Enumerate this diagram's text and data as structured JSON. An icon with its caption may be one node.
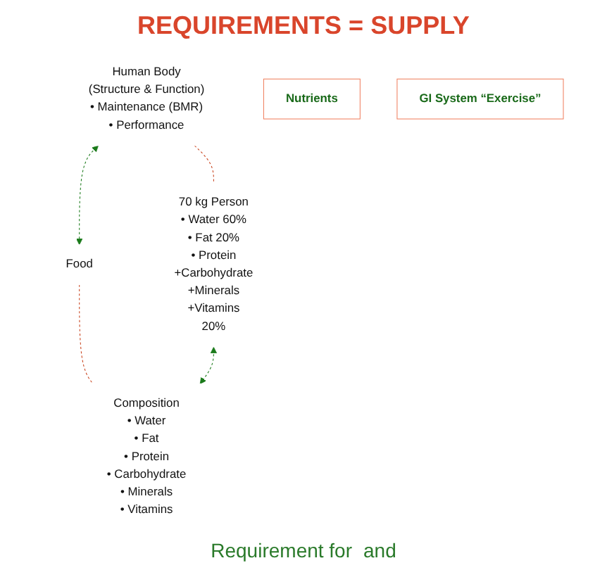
{
  "diagram": {
    "title": "REQUIREMENTS = SUPPLY",
    "nodes": [
      {
        "text": [
          "Human Body",
          "(Structure & Function)",
          "• Maintenance (BMR)",
          "• Performance"
        ]
      },
      {
        "text": [
          "Food"
        ]
      },
      {
        "text": [
          "70 kg Person",
          "• Water 60%",
          "• Fat 20%",
          "• Protein",
          "+Carbohydrate",
          "+Minerals",
          "+Vitamins",
          "20%"
        ]
      },
      {
        "text": [
          "Composition",
          "• Water",
          "• Fat",
          "• Protein",
          "• Carbohydrate",
          "• Minerals",
          "• Vitamins"
        ]
      },
      {
        "text": [
          "Nutrients"
        ]
      },
      {
        "text": [
          "GI System “Exercise”"
        ]
      }
    ],
    "edges": [
      {
        "from": 0,
        "to": 1,
        "arrow": "both",
        "style": "dashed",
        "color": "#1a7a1a"
      },
      {
        "from": 0,
        "to": 2,
        "arrow": "none",
        "style": "dashed",
        "color": "#c8401a"
      },
      {
        "from": 1,
        "to": 3,
        "arrow": "none",
        "style": "dashed",
        "color": "#c8401a"
      },
      {
        "from": 2,
        "to": 3,
        "arrow": "both",
        "style": "dashed",
        "color": "#1a7a1a"
      }
    ],
    "labels": [
      "Requirement for",
      "and"
    ]
  }
}
